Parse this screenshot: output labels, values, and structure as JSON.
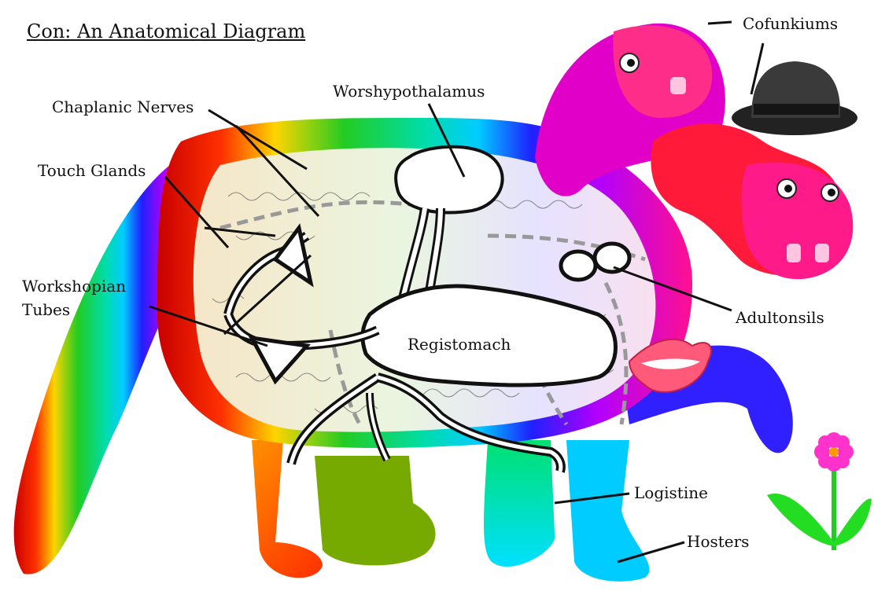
{
  "title": "Con: An Anatomical Diagram",
  "labels": {
    "cofunkiums": "Cofunkiums",
    "chaplanic_nerves": "Chaplanic Nerves",
    "worshypothalamus": "Worshypothalamus",
    "touch_glands": "Touch Glands",
    "workshopian_tubes_1": "Workshopian",
    "workshopian_tubes_2": "Tubes",
    "adultonsils": "Adultonsils",
    "registomach": "Registomach",
    "logistine": "Logistine",
    "hosters": "Hosters"
  },
  "colors": {
    "body_gradient": [
      "#d40000",
      "#ff8c00",
      "#ffe600",
      "#22cc22",
      "#00d0ff",
      "#2030ff",
      "#d000ff",
      "#ff1493"
    ],
    "interior": "#f3efe6",
    "hat": "#2a2a2a",
    "head_pink": "#ff2d8a",
    "head_red": "#ff1a3a",
    "flower_petal": "#ff33cc",
    "flower_leaf": "#22dd22"
  }
}
